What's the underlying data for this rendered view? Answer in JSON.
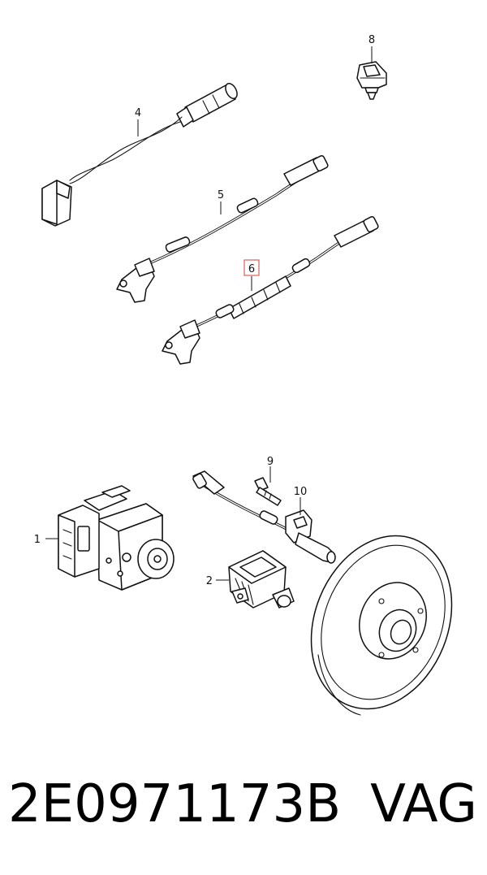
{
  "diagram": {
    "callouts": [
      {
        "id": "1",
        "label": "1"
      },
      {
        "id": "2",
        "label": "2"
      },
      {
        "id": "4",
        "label": "4"
      },
      {
        "id": "5",
        "label": "5"
      },
      {
        "id": "6",
        "label": "6",
        "highlighted": true
      },
      {
        "id": "8",
        "label": "8"
      },
      {
        "id": "9",
        "label": "9"
      },
      {
        "id": "10",
        "label": "10"
      }
    ],
    "highlight_color": "#e06a6a",
    "parts": [
      {
        "callout": "1",
        "icon": "abs-control-unit-icon"
      },
      {
        "callout": "2",
        "icon": "yaw-rate-sensor-icon"
      },
      {
        "callout": "4",
        "icon": "brake-wear-sensor-icon"
      },
      {
        "callout": "5",
        "icon": "wheel-speed-sensor-icon"
      },
      {
        "callout": "6",
        "icon": "wheel-speed-sensor-icon"
      },
      {
        "callout": "8",
        "icon": "clip-icon"
      },
      {
        "callout": "9",
        "icon": "bolt-icon"
      },
      {
        "callout": "10",
        "icon": "sensor-bracket-icon"
      },
      {
        "callout": "",
        "icon": "brake-disc-icon"
      }
    ]
  },
  "footer": {
    "part_number": "2E0971173B",
    "brand": "VAG"
  }
}
